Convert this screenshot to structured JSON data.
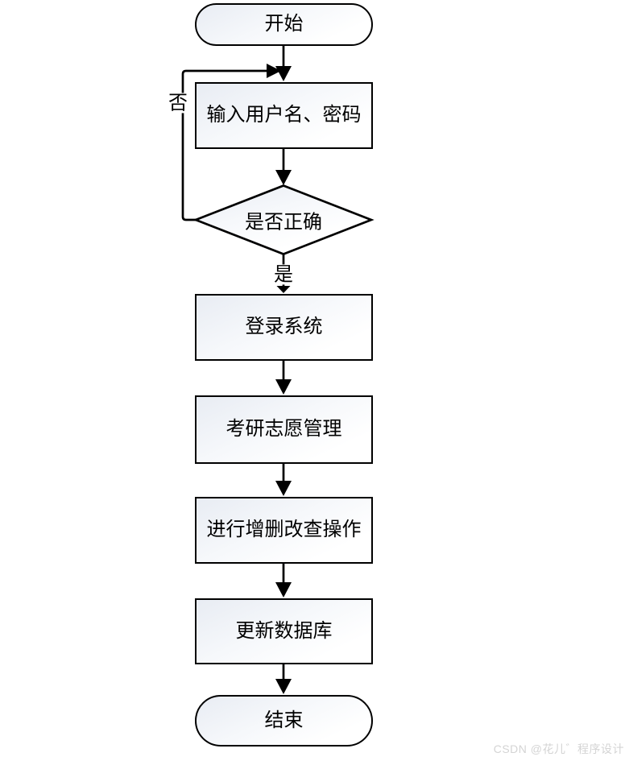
{
  "diagram": {
    "nodes": {
      "start": {
        "label": "开始",
        "type": "terminator"
      },
      "input": {
        "label": "输入用户名、密码",
        "type": "process"
      },
      "decision": {
        "label": "是否正确",
        "type": "decision"
      },
      "login": {
        "label": "登录系统",
        "type": "process"
      },
      "manage": {
        "label": "考研志愿管理",
        "type": "process"
      },
      "crud": {
        "label": "进行增删改查操作",
        "type": "process"
      },
      "update": {
        "label": "更新数据库",
        "type": "process"
      },
      "end": {
        "label": "结束",
        "type": "terminator"
      }
    },
    "edge_labels": {
      "no": "否",
      "yes": "是"
    },
    "colors": {
      "stroke": "#000000",
      "node_fill_top": "#e8ecf3",
      "node_fill_bottom": "#ffffff",
      "background": "#ffffff",
      "watermark": "#d4d4d4"
    }
  },
  "watermark": {
    "text": "CSDN @花儿゛程序设计"
  }
}
